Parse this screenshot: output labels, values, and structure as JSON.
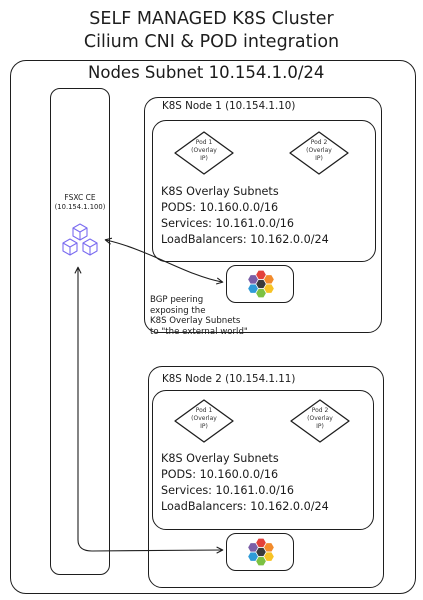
{
  "title": {
    "line1": "SELF MANAGED K8S Cluster",
    "line2": "Cilium CNI & POD integration"
  },
  "nodes_subnet": {
    "label": "Nodes Subnet 10.154.1.0/24"
  },
  "fsxc": {
    "name": "FSXC CE",
    "ip": "(10.154.1.100)",
    "icon": "cube-cluster-icon"
  },
  "node1": {
    "label": "K8S Node 1 (10.154.1.10)",
    "pod1": [
      "Pod 1",
      "(Overlay",
      "IP)"
    ],
    "pod2": [
      "Pod 2",
      "(Overlay",
      "IP)"
    ],
    "overlay": {
      "title": "K8S Overlay Subnets",
      "pods": "PODS: 10.160.0.0/16",
      "services": "Services: 10.161.0.0/16",
      "lbs": "LoadBalancers: 10.162.0.0/24"
    }
  },
  "node2": {
    "label": "K8S Node 2 (10.154.1.11)",
    "pod1": [
      "Pod 1",
      "(Overlay",
      "IP)"
    ],
    "pod2": [
      "Pod 2",
      "(Overlay",
      "IP)"
    ],
    "overlay": {
      "title": "K8S Overlay Subnets",
      "pods": "PODS: 10.160.0.0/16",
      "services": "Services: 10.161.0.0/16",
      "lbs": "LoadBalancers: 10.162.0.0/24"
    }
  },
  "bgp_note": [
    "BGP peering",
    "exposing the",
    "K8S Overlay Subnets",
    "to \"the external world\""
  ],
  "icons": {
    "cilium": "cilium-hexagon-icon",
    "pod": "diamond-pod-icon"
  },
  "colors": {
    "stroke": "#1e1e1e",
    "cube": "#7b6cf0",
    "hex_red": "#e3413b",
    "hex_orange": "#f28b2c",
    "hex_yellow": "#f7c325",
    "hex_green": "#7cc142",
    "hex_blue": "#2f9bd8",
    "hex_purple": "#7b5ea7",
    "hex_dark": "#3a3a3a"
  }
}
